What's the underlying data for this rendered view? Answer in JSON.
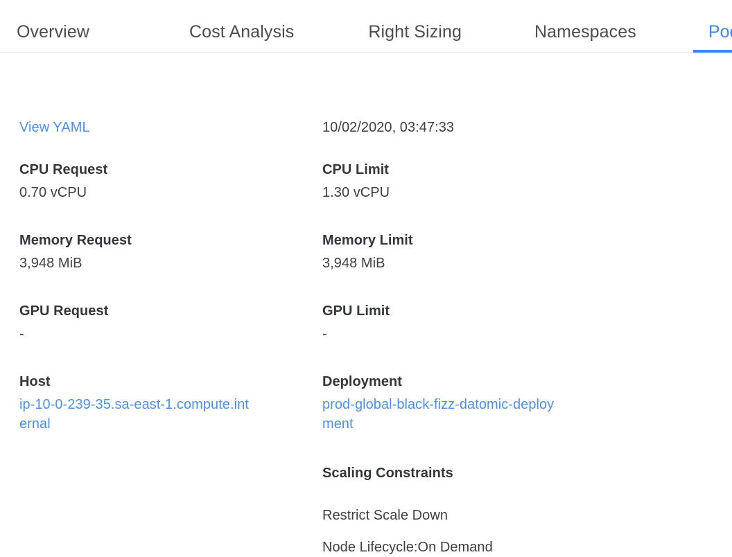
{
  "tabs": [
    {
      "label": "Overview",
      "active": false
    },
    {
      "label": "Cost Analysis",
      "active": false
    },
    {
      "label": "Right Sizing",
      "active": false
    },
    {
      "label": "Namespaces",
      "active": false
    },
    {
      "label": "Pods",
      "active": true
    }
  ],
  "colors": {
    "accent": "#3b88f5",
    "link": "#4a90ee",
    "text": "#3c4043",
    "label": "#34373b",
    "divider": "#e8eaed",
    "background": "#ffffff"
  },
  "left_column": {
    "view_yaml_label": "View YAML",
    "cpu_request_label": "CPU Request",
    "cpu_request_value": "0.70 vCPU",
    "memory_request_label": "Memory Request",
    "memory_request_value": "3,948 MiB",
    "gpu_request_label": "GPU Request",
    "gpu_request_value": "-",
    "host_label": "Host",
    "host_value": "ip-10-0-239-35.sa-east-1.compute.internal"
  },
  "right_column": {
    "timestamp": "10/02/2020, 03:47:33",
    "cpu_limit_label": "CPU Limit",
    "cpu_limit_value": "1.30 vCPU",
    "memory_limit_label": "Memory Limit",
    "memory_limit_value": "3,948 MiB",
    "gpu_limit_label": "GPU Limit",
    "gpu_limit_value": "-",
    "deployment_label": "Deployment",
    "deployment_value": "prod-global-black-fizz-datomic-deployment",
    "scaling_constraints_label": "Scaling Constraints",
    "scaling_constraint_1": "Restrict Scale Down",
    "scaling_constraint_2": "Node Lifecycle:On Demand"
  }
}
